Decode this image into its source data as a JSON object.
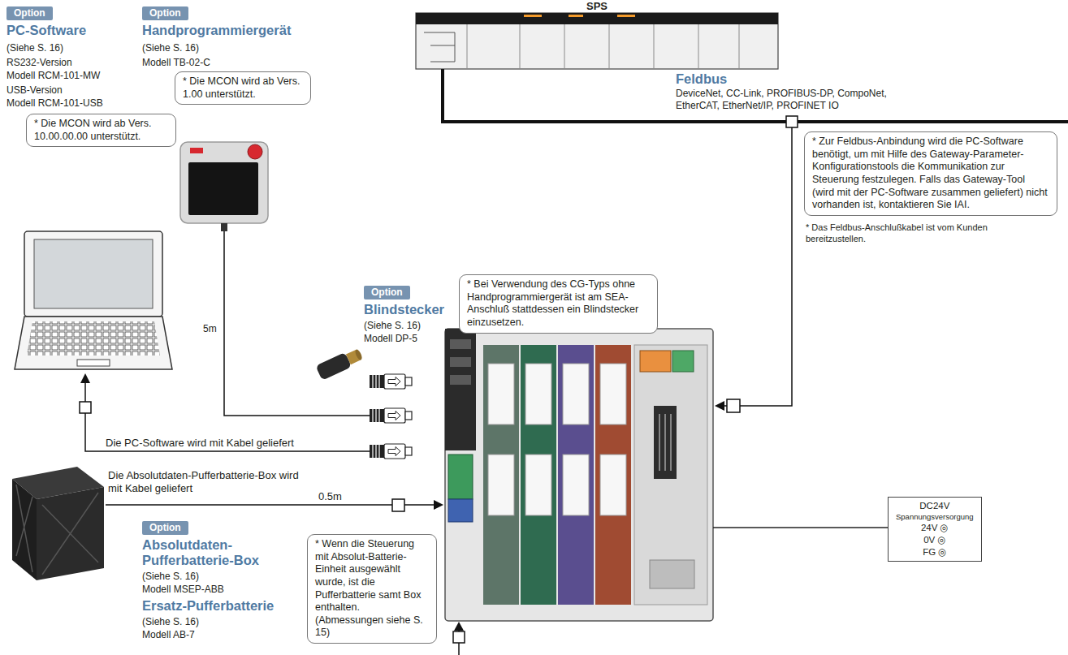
{
  "diagram": {
    "nodes": [
      {
        "text": [
          "Option"
        ]
      },
      {
        "text": [
          "Option"
        ]
      },
      {
        "text": [
          "SPS"
        ]
      },
      {
        "text": [
          "* Die MCON wird ab Vers. 10.00.00.00 unterstützt."
        ]
      },
      {
        "text": [
          "* Die MCON wird ab Vers. 1.00 unterstützt."
        ]
      },
      {
        "text": [
          "* Zur Feldbus-Anbindung wird die PC-Software benötigt, um mit Hilfe des Gateway-Parameter-Konfigurationstools die Kommunikation zur Steuerung festzulegen. Falls das Gateway-Tool (wird mit der PC-Software zusammen geliefert) nicht vorhanden ist, kontaktieren Sie IAI."
        ]
      },
      {
        "text": [
          "Option"
        ]
      },
      {
        "text": [
          "* Bei Verwendung des CG-Typs ohne Handprogrammiergerät ist am SEA-Anschluß stattdessen ein Blindstecker einzusetzen."
        ]
      },
      {
        "text": [
          "Option"
        ]
      },
      {
        "text": [
          "* Wenn die Steuerung mit Absolut-Batterie-Einheit ausgewählt wurde, ist die Pufferbatterie samt Box enthalten. (Abmessungen siehe S. 15)"
        ]
      },
      {
        "text": [
          "DC24V",
          "Spannungsversorgung",
          "24V ◎",
          "0V ◎",
          "FG ◎"
        ]
      }
    ],
    "labels": [
      "PC-Software",
      "(Siehe S. 16)",
      "RS232-Version",
      "Modell RCM-101-MW",
      "USB-Version",
      "Modell RCM-101-USB",
      "Handprogrammiergerät",
      "(Siehe S. 16)",
      "Modell TB-02-C",
      "Feldbus",
      "DeviceNet, CC-Link, PROFIBUS-DP, CompoNet, EtherCAT, EtherNet/IP, PROFINET IO",
      "* Das Feldbus-Anschlußkabel ist vom Kunden bereitzustellen.",
      "5m",
      "Blindstecker",
      "(Siehe S. 16)",
      "Modell DP-5",
      "Die PC-Software wird mit Kabel geliefert",
      "Die Absolutdaten-Pufferbatterie-Box wird mit Kabel geliefert",
      "0.5m",
      "Absolutdaten-Pufferbatterie-Box",
      "(Siehe S. 16)",
      "Modell MSEP-ABB",
      "Ersatz-Pufferbatterie",
      "(Siehe S. 16)",
      "Modell AB-7"
    ]
  }
}
